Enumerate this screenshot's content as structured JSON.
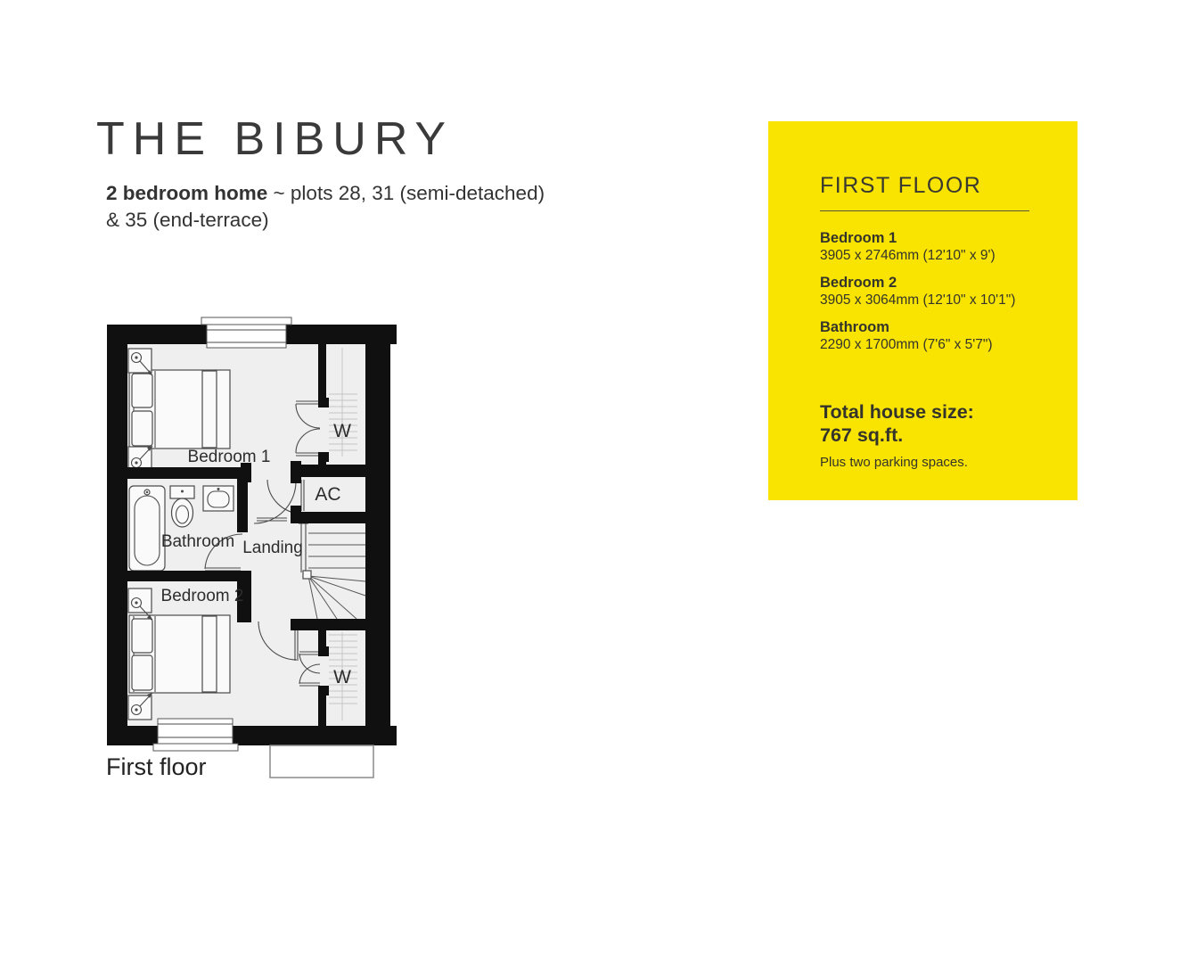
{
  "header": {
    "title": "THE BIBURY",
    "subtitle_bold": "2 bedroom home",
    "subtitle_rest": " ~ plots 28, 31 (semi-detached)",
    "subtitle_line2": "& 35 (end-terrace)"
  },
  "info_panel": {
    "heading": "FIRST FLOOR",
    "rooms": [
      {
        "name": "Bedroom 1",
        "dims": "3905 x 2746mm (12'10\" x 9')"
      },
      {
        "name": "Bedroom 2",
        "dims": "3905 x 3064mm (12'10\" x 10'1\")"
      },
      {
        "name": "Bathroom",
        "dims": "2290 x 1700mm (7'6\" x 5'7\")"
      }
    ],
    "total_label": "Total house size:",
    "total_value": "767 sq.ft.",
    "note": "Plus two parking spaces."
  },
  "floorplan": {
    "caption": "First floor",
    "labels": {
      "bedroom1": "Bedroom 1",
      "bedroom2": "Bedroom 2",
      "bathroom": "Bathroom",
      "landing": "Landing",
      "airing_cupboard": "AC",
      "wardrobe": "W"
    }
  },
  "colors": {
    "accent_yellow": "#F8E400",
    "wall": "#101010",
    "floor": "#EFEFEF"
  }
}
